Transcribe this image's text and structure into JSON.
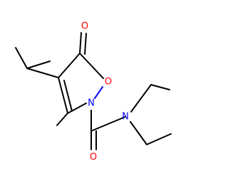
{
  "molecule": {
    "colors": {
      "carbon_bond": "#000000",
      "oxygen": "#ff0000",
      "nitrogen": "#0000ff",
      "background": "#ffffff"
    },
    "atoms": {
      "carbonyl_oxygen_top": "O",
      "ring_oxygen": "O",
      "ring_nitrogen": "N",
      "amide_oxygen": "O",
      "amide_nitrogen": "N"
    }
  }
}
